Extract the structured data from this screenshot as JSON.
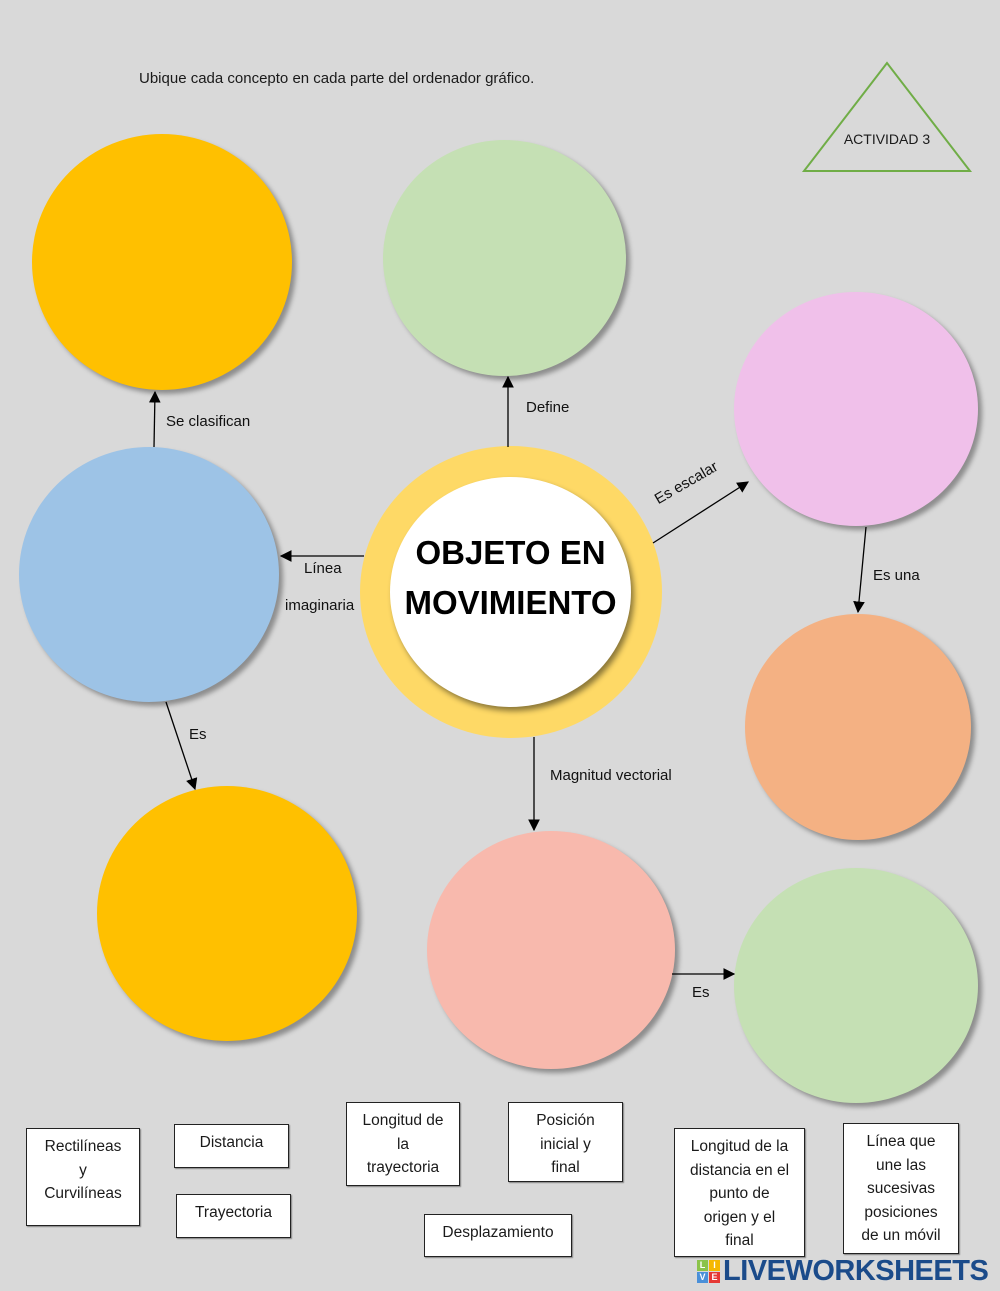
{
  "page": {
    "instructions": "Ubique cada concepto en cada parte del ordenador gráfico.",
    "activity_label": "ACTIVIDAD 3",
    "background_color": "#d9d9d9"
  },
  "center_node": {
    "title_line1": "OBJETO EN",
    "title_line2": "MOVIMIENTO",
    "ring_color": "#fed966",
    "inner_color": "#ffffff"
  },
  "drop_circles": [
    {
      "id": "top-left",
      "color": "#ffc000"
    },
    {
      "id": "top-center",
      "color": "#c5e0b4"
    },
    {
      "id": "right-upper",
      "color": "#f0c0ea"
    },
    {
      "id": "left-middle",
      "color": "#9dc3e6"
    },
    {
      "id": "right-middle",
      "color": "#f4b183"
    },
    {
      "id": "bottom-left",
      "color": "#ffc000"
    },
    {
      "id": "bottom-center",
      "color": "#f8b9ad"
    },
    {
      "id": "bottom-right",
      "color": "#c5e0b4"
    }
  ],
  "connectors": {
    "define": "Define",
    "se_clasifican": "Se clasifican",
    "linea": "Línea",
    "imaginaria": "imaginaria",
    "es_escalar": "Es escalar",
    "es_una": "Es una",
    "es_left": "Es",
    "magnitud_vectorial": "Magnitud vectorial",
    "es_bottom": "Es"
  },
  "concept_cards": [
    {
      "text": "Rectilíneas\ny\nCurvilíneas"
    },
    {
      "text": "Distancia"
    },
    {
      "text": "Trayectoria"
    },
    {
      "text": "Longitud de\nla\ntrayectoria"
    },
    {
      "text": "Posición\ninicial y\nfinal"
    },
    {
      "text": "Desplazamiento"
    },
    {
      "text": "Longitud de la\ndistancia en el\npunto de\norigen y el\nfinal"
    },
    {
      "text": "Línea que\nune las\nsucesivas\nposiciones\nde un móvil"
    }
  ],
  "brand": {
    "logo_letters": [
      "L",
      "I",
      "V",
      "E"
    ],
    "logo_colors": [
      "#8bc34a",
      "#f5b800",
      "#4a90d9",
      "#e53935"
    ],
    "name": "LIVEWORKSHEETS"
  }
}
